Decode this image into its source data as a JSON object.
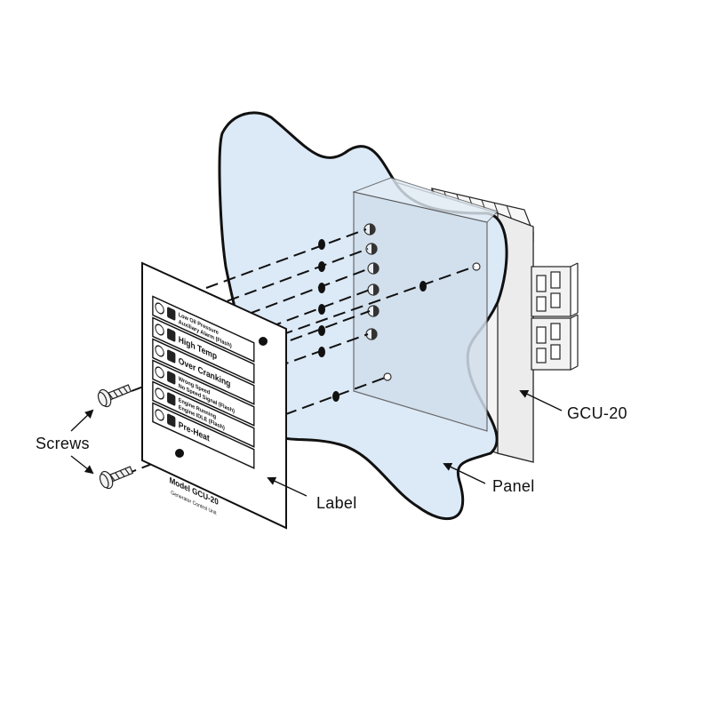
{
  "callouts": {
    "screws": "Screws",
    "label": "Label",
    "panel": "Panel",
    "unit": "GCU-20"
  },
  "label_card": {
    "rows": [
      {
        "icon": "oil-can-icon",
        "line1": "Low Oil Pressure",
        "line2": "Auxiliary Alarm (Flash)"
      },
      {
        "icon": "thermometer-icon",
        "line1": "High Temp",
        "line2": ""
      },
      {
        "icon": "engine-icon",
        "line1": "Over Cranking",
        "line2": ""
      },
      {
        "icon": "tachometer-icon",
        "line1": "Wrong Speed",
        "line2": "No Speed Signal (Flash)"
      },
      {
        "icon": "engine-running-icon",
        "line1": "Engine Running",
        "line2": "Engine IDLE (Flash)"
      },
      {
        "icon": "glow-plug-icon",
        "line1": "Pre-Heat",
        "line2": ""
      }
    ],
    "model": "Model  GCU-20",
    "subtitle": "Generator Control Unit"
  },
  "colors": {
    "panel_fill": "#dce9f6",
    "line": "#111111",
    "unit_fill": "#f7f7f7"
  }
}
